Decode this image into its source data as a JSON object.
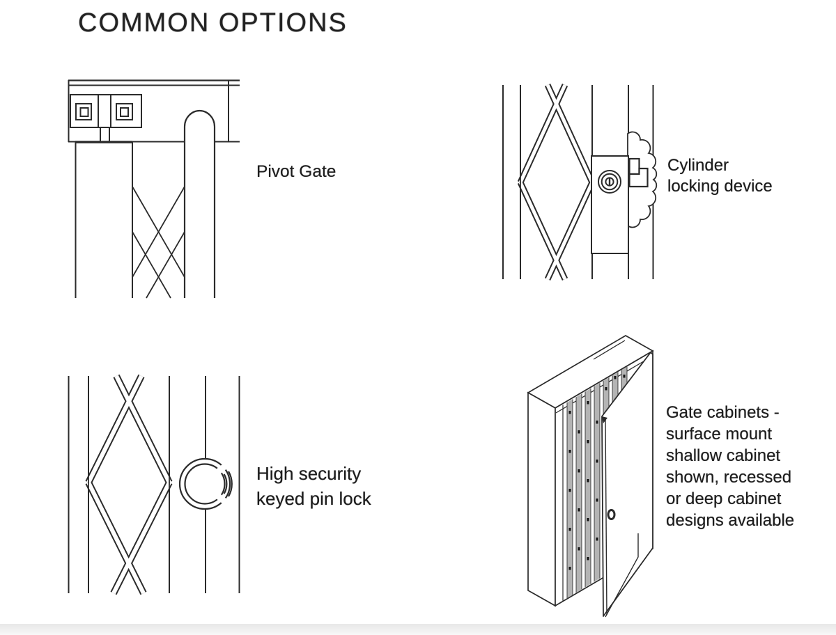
{
  "title": "COMMON OPTIONS",
  "figures": {
    "pivot_gate": {
      "label": "Pivot Gate"
    },
    "cylinder_lock": {
      "lines": [
        "Cylinder",
        "locking device"
      ]
    },
    "pin_lock": {
      "lines": [
        "High security",
        "keyed pin lock"
      ]
    },
    "gate_cabinet": {
      "lines": [
        "Gate cabinets -",
        "surface mount",
        "shallow cabinet",
        "shown, recessed",
        "or deep cabinet",
        "designs available"
      ]
    }
  },
  "colors": {
    "ink": "#2b2b2b",
    "slat_gray": "#b4b4b4",
    "background": "#ffffff"
  }
}
